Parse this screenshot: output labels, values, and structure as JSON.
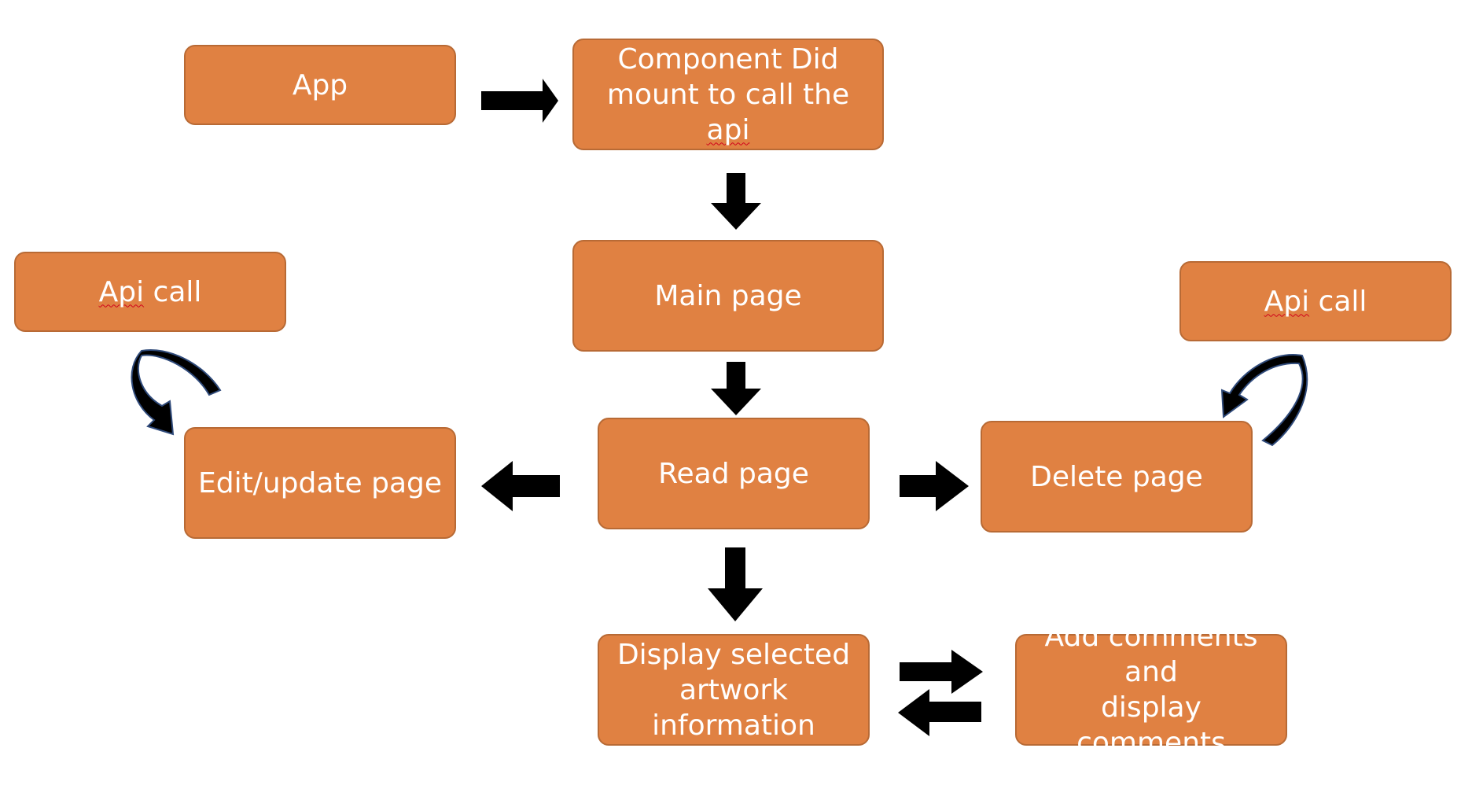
{
  "nodes": {
    "app": "App",
    "component_did_mount": [
      "Component Did",
      "mount to call the",
      "api"
    ],
    "main_page": "Main page",
    "read_page": "Read page",
    "edit_update_page": "Edit/update page",
    "delete_page": "Delete page",
    "api_call_left": [
      "Api",
      " call"
    ],
    "api_call_right": [
      "Api",
      " call"
    ],
    "display_selected": [
      "Display selected",
      "artwork",
      "information"
    ],
    "add_comments": [
      "Add comments and",
      "display comments"
    ]
  },
  "colors": {
    "box_fill": "#e08142",
    "box_border": "#b86a35",
    "box_text": "#ffffff",
    "arrow": "#000000",
    "curved_arrow_outline": "#2f4a7a",
    "spellcheck_underline": "#d0021b"
  }
}
